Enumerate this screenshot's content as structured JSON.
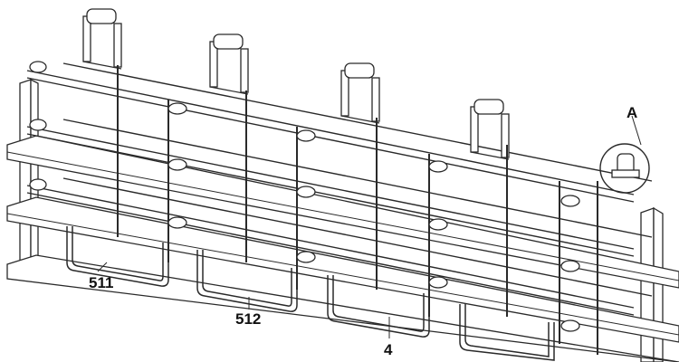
{
  "figure": {
    "callouts": [
      {
        "id": "callout-a",
        "text": "A"
      },
      {
        "id": "callout-511",
        "text": "511"
      },
      {
        "id": "callout-512",
        "text": "512"
      },
      {
        "id": "callout-4",
        "text": "4"
      }
    ]
  }
}
